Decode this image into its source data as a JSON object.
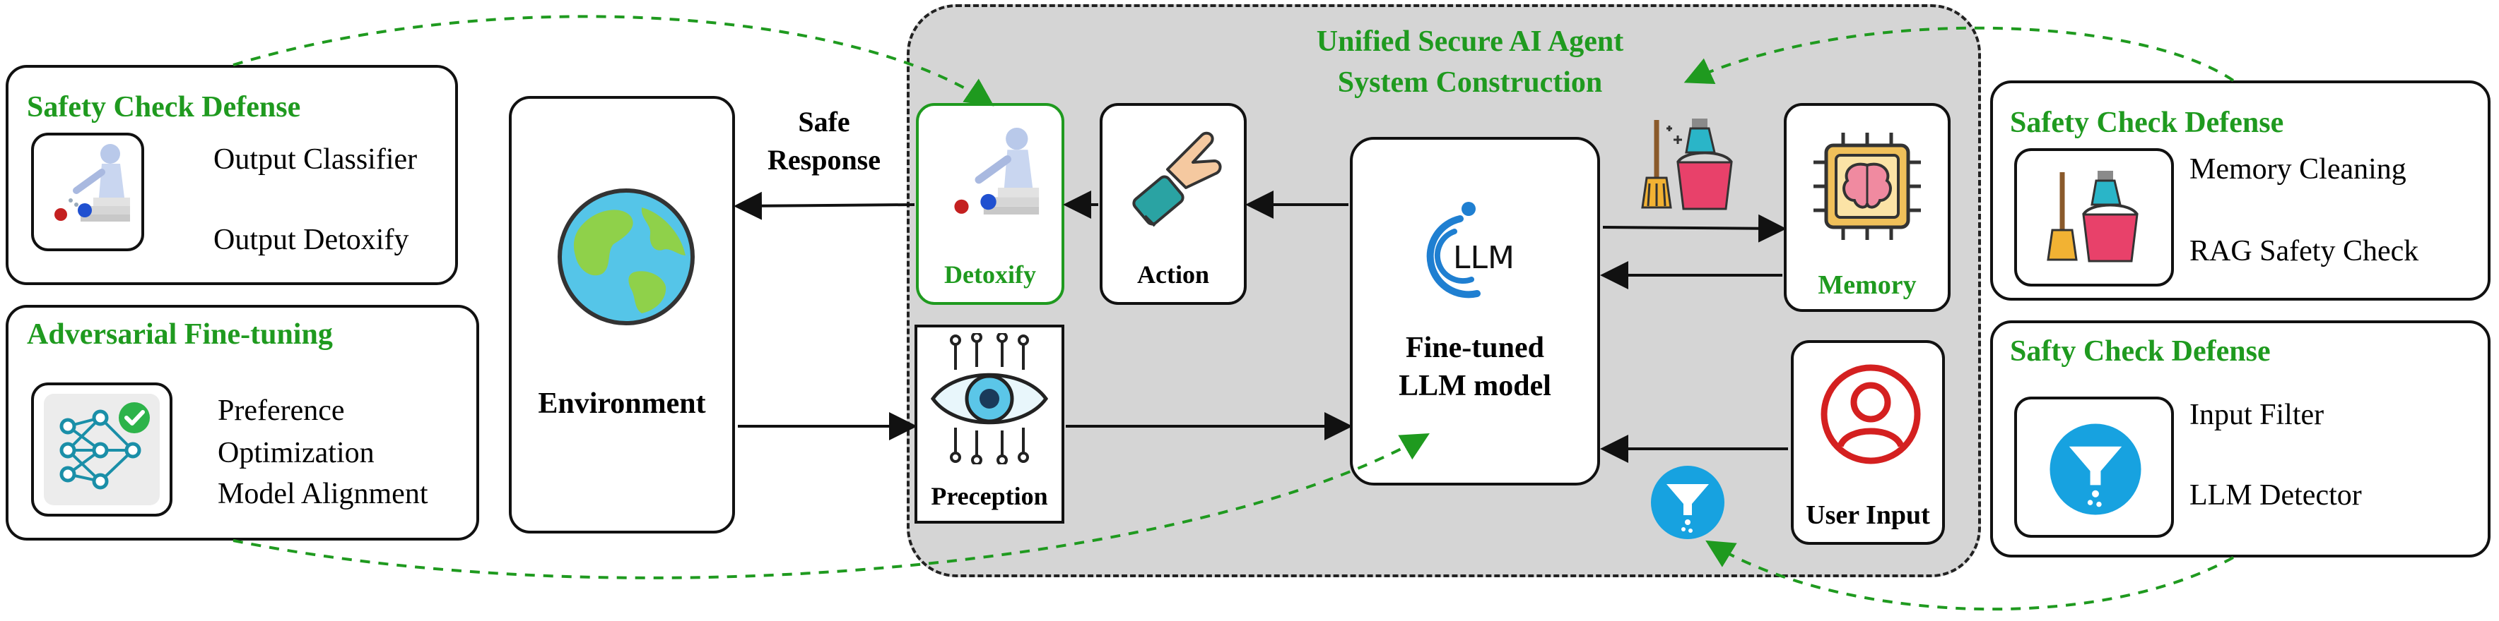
{
  "unified_title": {
    "line1": "Unified Secure AI Agent",
    "line2": "System Construction"
  },
  "left_safety": {
    "title": "Safety Check Defense",
    "item1": "Output Classifier",
    "item2": "Output Detoxify"
  },
  "left_adversarial": {
    "title": "Adversarial Fine-tuning",
    "item1": "Preference",
    "item2": "Optimization",
    "item3": "Model Alignment"
  },
  "environment": {
    "label": "Environment"
  },
  "safe_response": {
    "line1": "Safe",
    "line2": "Response"
  },
  "detoxify": {
    "label": "Detoxify"
  },
  "action": {
    "label": "Action"
  },
  "perception": {
    "label": "Preception"
  },
  "llm": {
    "logo_text": "LLM",
    "line1": "Fine-tuned",
    "line2": "LLM model"
  },
  "memory": {
    "label": "Memory"
  },
  "user_input": {
    "label": "User Input"
  },
  "right_safety_memory": {
    "title": "Safety Check Defense",
    "item1": "Memory Cleaning",
    "item2": "RAG Safety Check"
  },
  "right_safety_input": {
    "title": "Safty Check Defense",
    "item1": "Input Filter",
    "item2": "LLM Detector"
  },
  "colors": {
    "green": "#1f9a1f",
    "panel_gray": "#d5d5d5",
    "filter_blue": "#17a2e0",
    "user_red": "#d42020"
  }
}
